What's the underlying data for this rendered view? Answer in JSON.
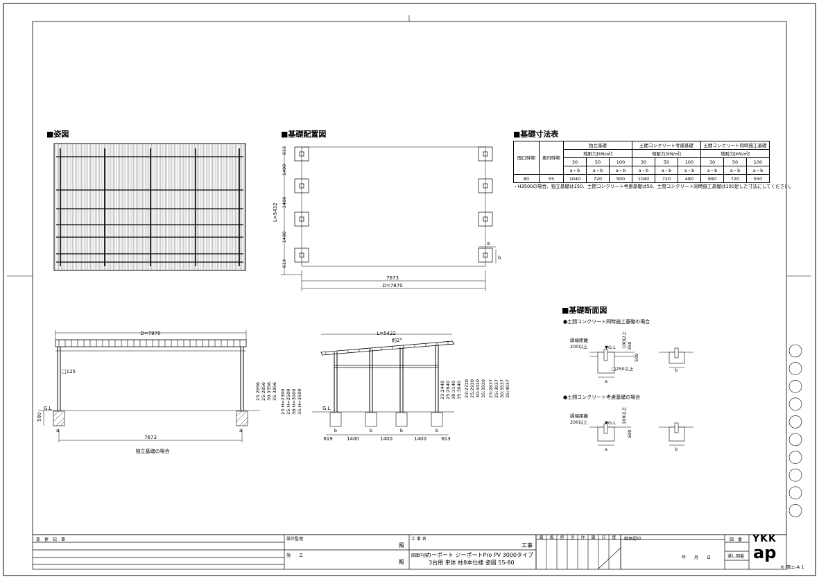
{
  "headings": {
    "perspective": "■姿図",
    "layout": "■基礎配置図",
    "dim_table": "■基礎寸法表",
    "section": "■基礎断面図"
  },
  "layout_plan": {
    "rows": [
      "613",
      "1400",
      "1400",
      "1400",
      "619"
    ],
    "total_side": "L=5432",
    "inner_width": "7673",
    "total_width": "D=7870",
    "a": "a",
    "b": "b"
  },
  "table": {
    "h_opening": "間口呼称",
    "h_depth": "奥行呼称",
    "groups": [
      "独立基礎",
      "土間コンクリート考慮基礎",
      "土間コンクリート同時施工基礎"
    ],
    "bearing": "地耐力[kN/㎡]",
    "levels": [
      "30",
      "50",
      "100",
      "30",
      "50",
      "100",
      "30",
      "50",
      "100"
    ],
    "ab": "a・b",
    "row": [
      "80",
      "55",
      "1040",
      "720",
      "500",
      "1040",
      "720",
      "480",
      "990",
      "720",
      "550"
    ],
    "note": "・H3500の場合、独立基礎は150、土間コンクリート考慮基礎は50、土間コンクリート同時施工基礎は100足した寸法にしてください。"
  },
  "front": {
    "D": "D=7870",
    "post": "□125",
    "gl": "G.L",
    "depth": "500",
    "span": "7673",
    "a": "a",
    "caption": "独立基礎の場合"
  },
  "side": {
    "L": "L=5432",
    "slope": "約2°",
    "gl": "G.L",
    "left_dims": [
      "23:2656",
      "25:2856",
      "30:3356",
      "35:3856"
    ],
    "h_dims": [
      "23:H=2300",
      "25:H=2500",
      "30:H=3000",
      "35:H=3500"
    ],
    "mid_dims": [
      "23:2440",
      "25:2640",
      "30:3140",
      "35:3640"
    ],
    "mid2_dims": [
      "23:2720",
      "25:2920",
      "30:3420",
      "35:3920"
    ],
    "right_dims": [
      "23:2837",
      "25:3037",
      "30:3537",
      "35:4037"
    ],
    "bottom": [
      "619",
      "1400",
      "1400",
      "1400",
      "613"
    ],
    "b": "b"
  },
  "section": {
    "case1": "●土間コンクリート同時施工基礎の場合",
    "case2": "●土間コンクリート考慮基礎の場合",
    "edge": "縁端距離",
    "edge_val": "200以上",
    "gl": "▼G.L",
    "d100": "100以上",
    "d350": "350",
    "d500": "500",
    "d250": "□250以上",
    "a": "a",
    "b": "b"
  },
  "title_block": {
    "change": "変　更　記　事",
    "design": "設計監理",
    "dono": "殿",
    "construct": "施　　工",
    "work_name": "工 事 名",
    "kouji": "工事",
    "drawing_label": "図面内容",
    "drawing_line1": "カーポート ジーポートPro PV 3000タイプ",
    "drawing_line2": "3台用 単体 柱8本仕様 姿図 55-80",
    "cols": [
      "図",
      "面",
      "担",
      "当",
      "作",
      "図",
      "尺",
      "度"
    ],
    "approve": "御承認印",
    "date": "年　　月　　日",
    "zuban": "図　番",
    "serial": "通し図番",
    "brand_top": "YKK",
    "brand_bottom": "ap",
    "sheet": "® 施エ-A 1"
  }
}
